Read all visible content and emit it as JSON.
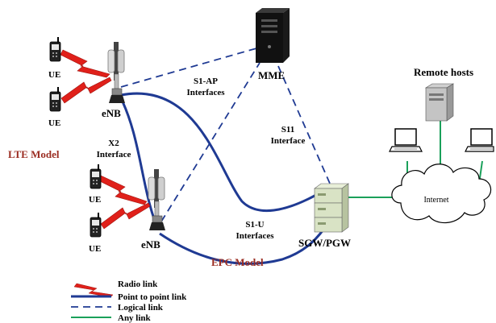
{
  "colors": {
    "radio_link": "#e0201a",
    "point_to_point": "#1f3a93",
    "logical": "#1f3a93",
    "any_link": "#1aa05a",
    "model_label": "#9b2d22"
  },
  "nodes": {
    "ue_labels": [
      "UE",
      "UE",
      "UE",
      "UE"
    ],
    "enb_top": "eNB",
    "enb_bottom": "eNB",
    "mme": "MME",
    "sgw": "SGW/PGW",
    "internet": "Internet",
    "remote_hosts": "Remote hosts"
  },
  "interfaces": {
    "s1ap": [
      "S1-AP",
      "Interfaces"
    ],
    "x2": [
      "X2",
      "Interface"
    ],
    "s11": [
      "S11",
      "Interface"
    ],
    "s1u": [
      "S1-U",
      "Interfaces"
    ]
  },
  "models": {
    "lte": "LTE Model",
    "epc": "EPC Model"
  },
  "legend": {
    "radio": "Radio link",
    "p2p": "Point to point link",
    "logical": "Logical link",
    "any": "Any link"
  },
  "icons": [
    "phone-icon",
    "antenna-icon",
    "server-tower-icon",
    "stacked-server-icon",
    "cloud-icon",
    "laptop-icon",
    "desktop-icon"
  ]
}
